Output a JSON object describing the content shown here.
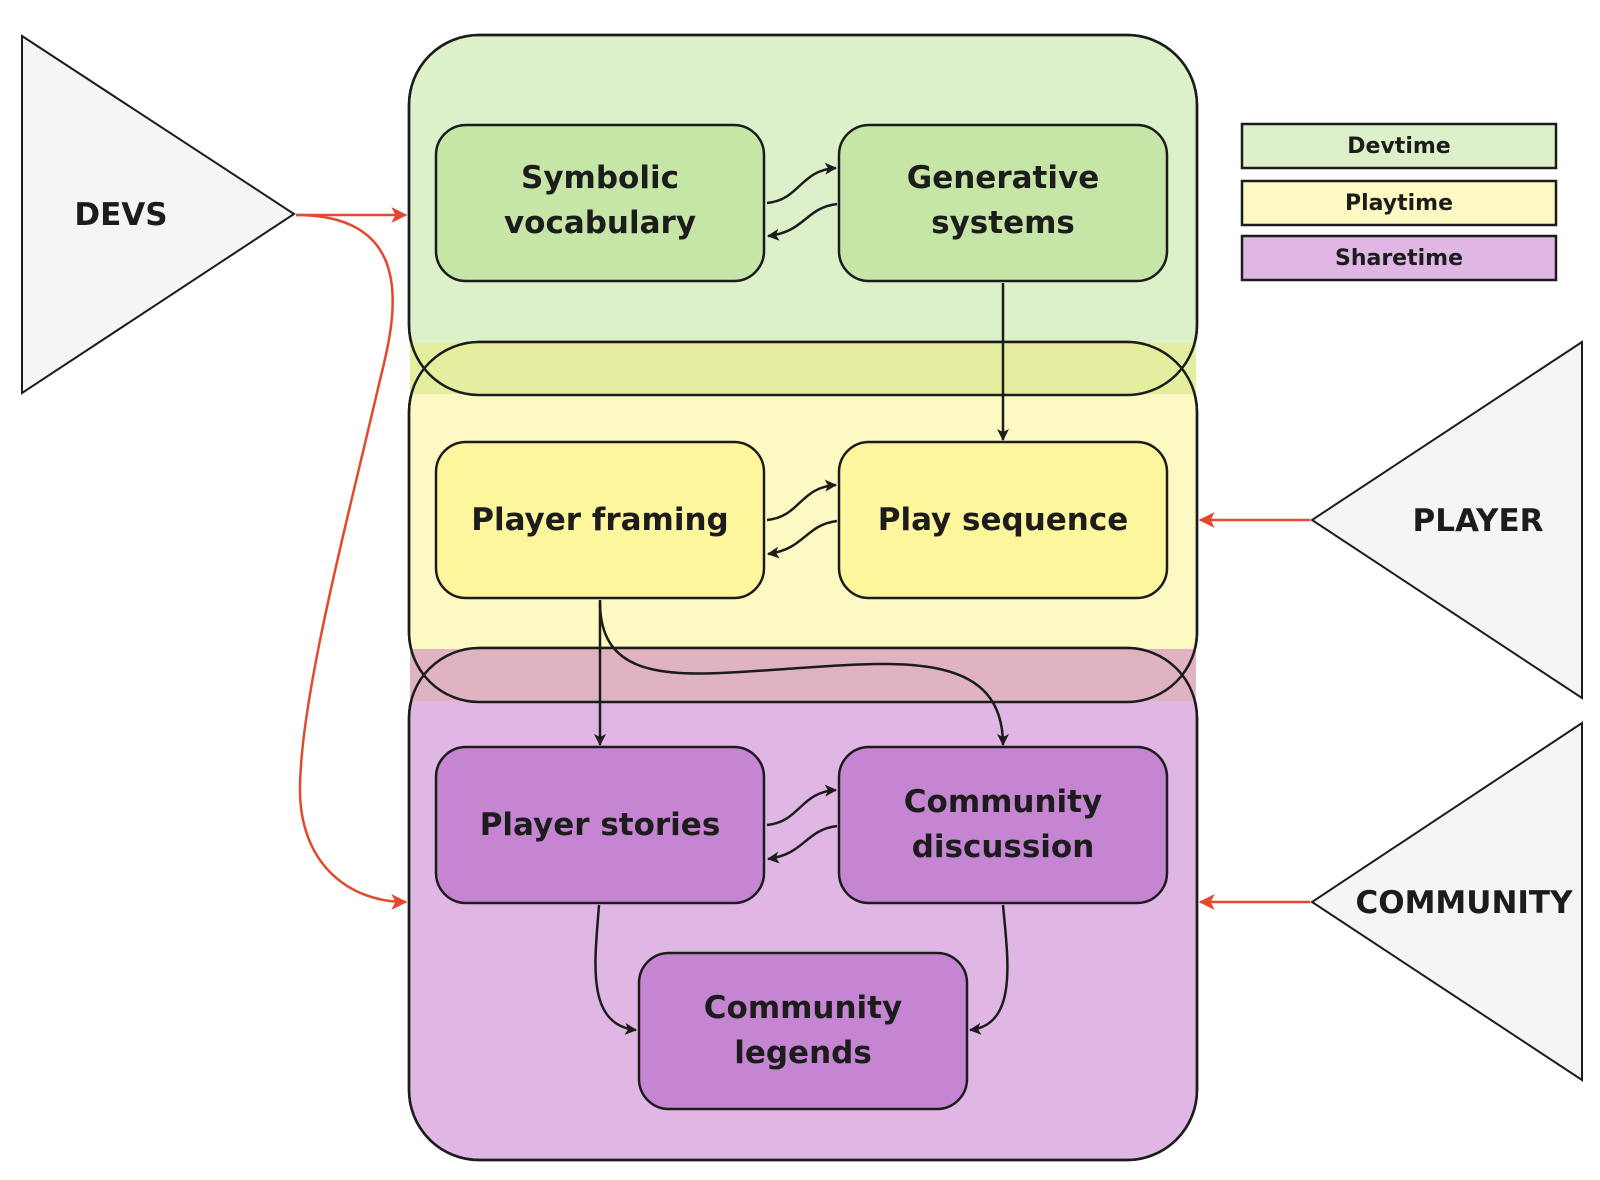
{
  "colors": {
    "devtime_zone": "#dcf0c9",
    "playtime_zone": "#fdf9c3",
    "sharetime_zone": "#dfb6e4",
    "devtime_overlap": "#e4ee9e",
    "playtime_overlap": "#dfb4c0",
    "devtime_node": "#c5e6a6",
    "playtime_node": "#fdf69d",
    "sharetime_node": "#c685d3",
    "actor_fill": "#f5f5f5",
    "actor_arrow": "#e2492e",
    "stroke": "#1c1c1c"
  },
  "actors": {
    "devs": "DEVS",
    "player": "PLAYER",
    "community": "COMMUNITY"
  },
  "legend": {
    "devtime": "Devtime",
    "playtime": "Playtime",
    "sharetime": "Sharetime"
  },
  "nodes": {
    "symbolic_vocabulary": [
      "Symbolic",
      "vocabulary"
    ],
    "generative_systems": [
      "Generative",
      "systems"
    ],
    "player_framing": [
      "Player framing"
    ],
    "play_sequence": [
      "Play sequence"
    ],
    "player_stories": [
      "Player stories"
    ],
    "community_discussion": [
      "Community",
      "discussion"
    ],
    "community_legends": [
      "Community",
      "legends"
    ]
  }
}
